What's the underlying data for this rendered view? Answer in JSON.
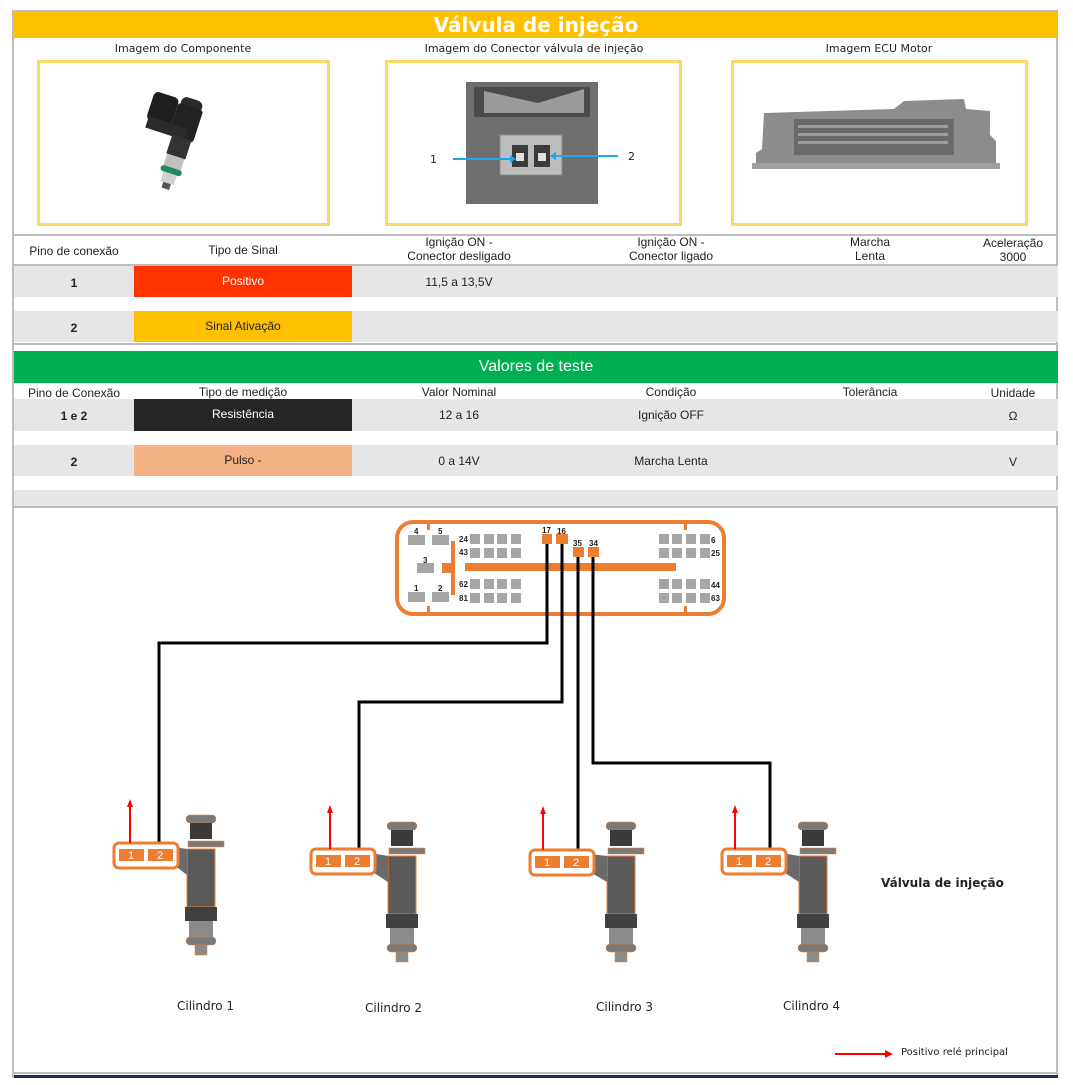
{
  "title": "Válvula de injeção",
  "images": {
    "component_label": "Imagem do Componente",
    "connector_label": "Imagem do Conector válvula de injeção",
    "ecu_label": "Imagem ECU Motor",
    "connector_pin_1": "1",
    "connector_pin_2": "2"
  },
  "signal_table": {
    "headers": [
      "Pino de conexão",
      "Tipo de Sinal",
      "Ignição ON -\nConector desligado",
      "Ignição ON -\nConector ligado",
      "Marcha\nLenta",
      "Aceleração\n3000"
    ],
    "header_lines": [
      [
        "Pino de conexão"
      ],
      [
        "Tipo de Sinal"
      ],
      [
        "Ignição ON -",
        "Conector desligado"
      ],
      [
        "Ignição ON -",
        "Conector ligado"
      ],
      [
        "Marcha",
        "Lenta"
      ],
      [
        "Aceleração",
        "3000"
      ]
    ],
    "rows": [
      {
        "pin": "1",
        "signal": "Positivo",
        "signal_color": "#ff3300",
        "signal_text_color": "#ffffff",
        "ign_off_conn": "11,5 a 13,5V",
        "ign_on_conn": "",
        "idle": "",
        "accel": ""
      },
      {
        "pin": "2",
        "signal": "Sinal Ativação",
        "signal_color": "#ffc000",
        "signal_text_color": "#222222",
        "ign_off_conn": "",
        "ign_on_conn": "",
        "idle": "",
        "accel": ""
      }
    ]
  },
  "test_values": {
    "title": "Valores de teste",
    "headers": [
      "Pino de Conexão",
      "Tipo de medição",
      "Valor Nominal",
      "Condição",
      "Tolerância",
      "Unidade"
    ],
    "rows": [
      {
        "pin": "1 e 2",
        "type": "Resistência",
        "type_color": "#262626",
        "type_text_color": "#ffffff",
        "nominal": "12 a 16",
        "condition": "Ignição OFF",
        "tolerance": "",
        "unit": "Ω"
      },
      {
        "pin": "2",
        "type": "Pulso -",
        "type_color": "#f4b183",
        "type_text_color": "#222222",
        "nominal": "0 a 14V",
        "condition": "Marcha Lenta",
        "tolerance": "",
        "unit": "V"
      }
    ]
  },
  "diagram": {
    "ecu_pin_labels": {
      "p4": "4",
      "p5": "5",
      "p3": "3",
      "p1": "1",
      "p2": "2",
      "p24": "24",
      "p43": "43",
      "p62": "62",
      "p81": "81",
      "p17": "17",
      "p16": "16",
      "p35": "35",
      "p34": "34",
      "p6": "6",
      "p25": "25",
      "p44": "44",
      "p63": "63"
    },
    "wiring": [
      {
        "ecu_pin": "17",
        "cylinder": "Cilindro 1",
        "injector_pin": "2"
      },
      {
        "ecu_pin": "16",
        "cylinder": "Cilindro 2",
        "injector_pin": "2"
      },
      {
        "ecu_pin": "35",
        "cylinder": "Cilindro 3",
        "injector_pin": "2"
      },
      {
        "ecu_pin": "34",
        "cylinder": "Cilindro 4",
        "injector_pin": "2"
      }
    ],
    "cylinders": [
      "Cilindro 1",
      "Cilindro 2",
      "Cilindro 3",
      "Cilindro 4"
    ],
    "injector_pin_1": "1",
    "injector_pin_2": "2",
    "component_title": "Válvula de injeção",
    "legend_label": "Positivo relé principal",
    "colors": {
      "orange": "#ed7d31",
      "wire": "#000000",
      "positive": "#ff0000",
      "pin_gray": "#a6a6a6"
    }
  }
}
